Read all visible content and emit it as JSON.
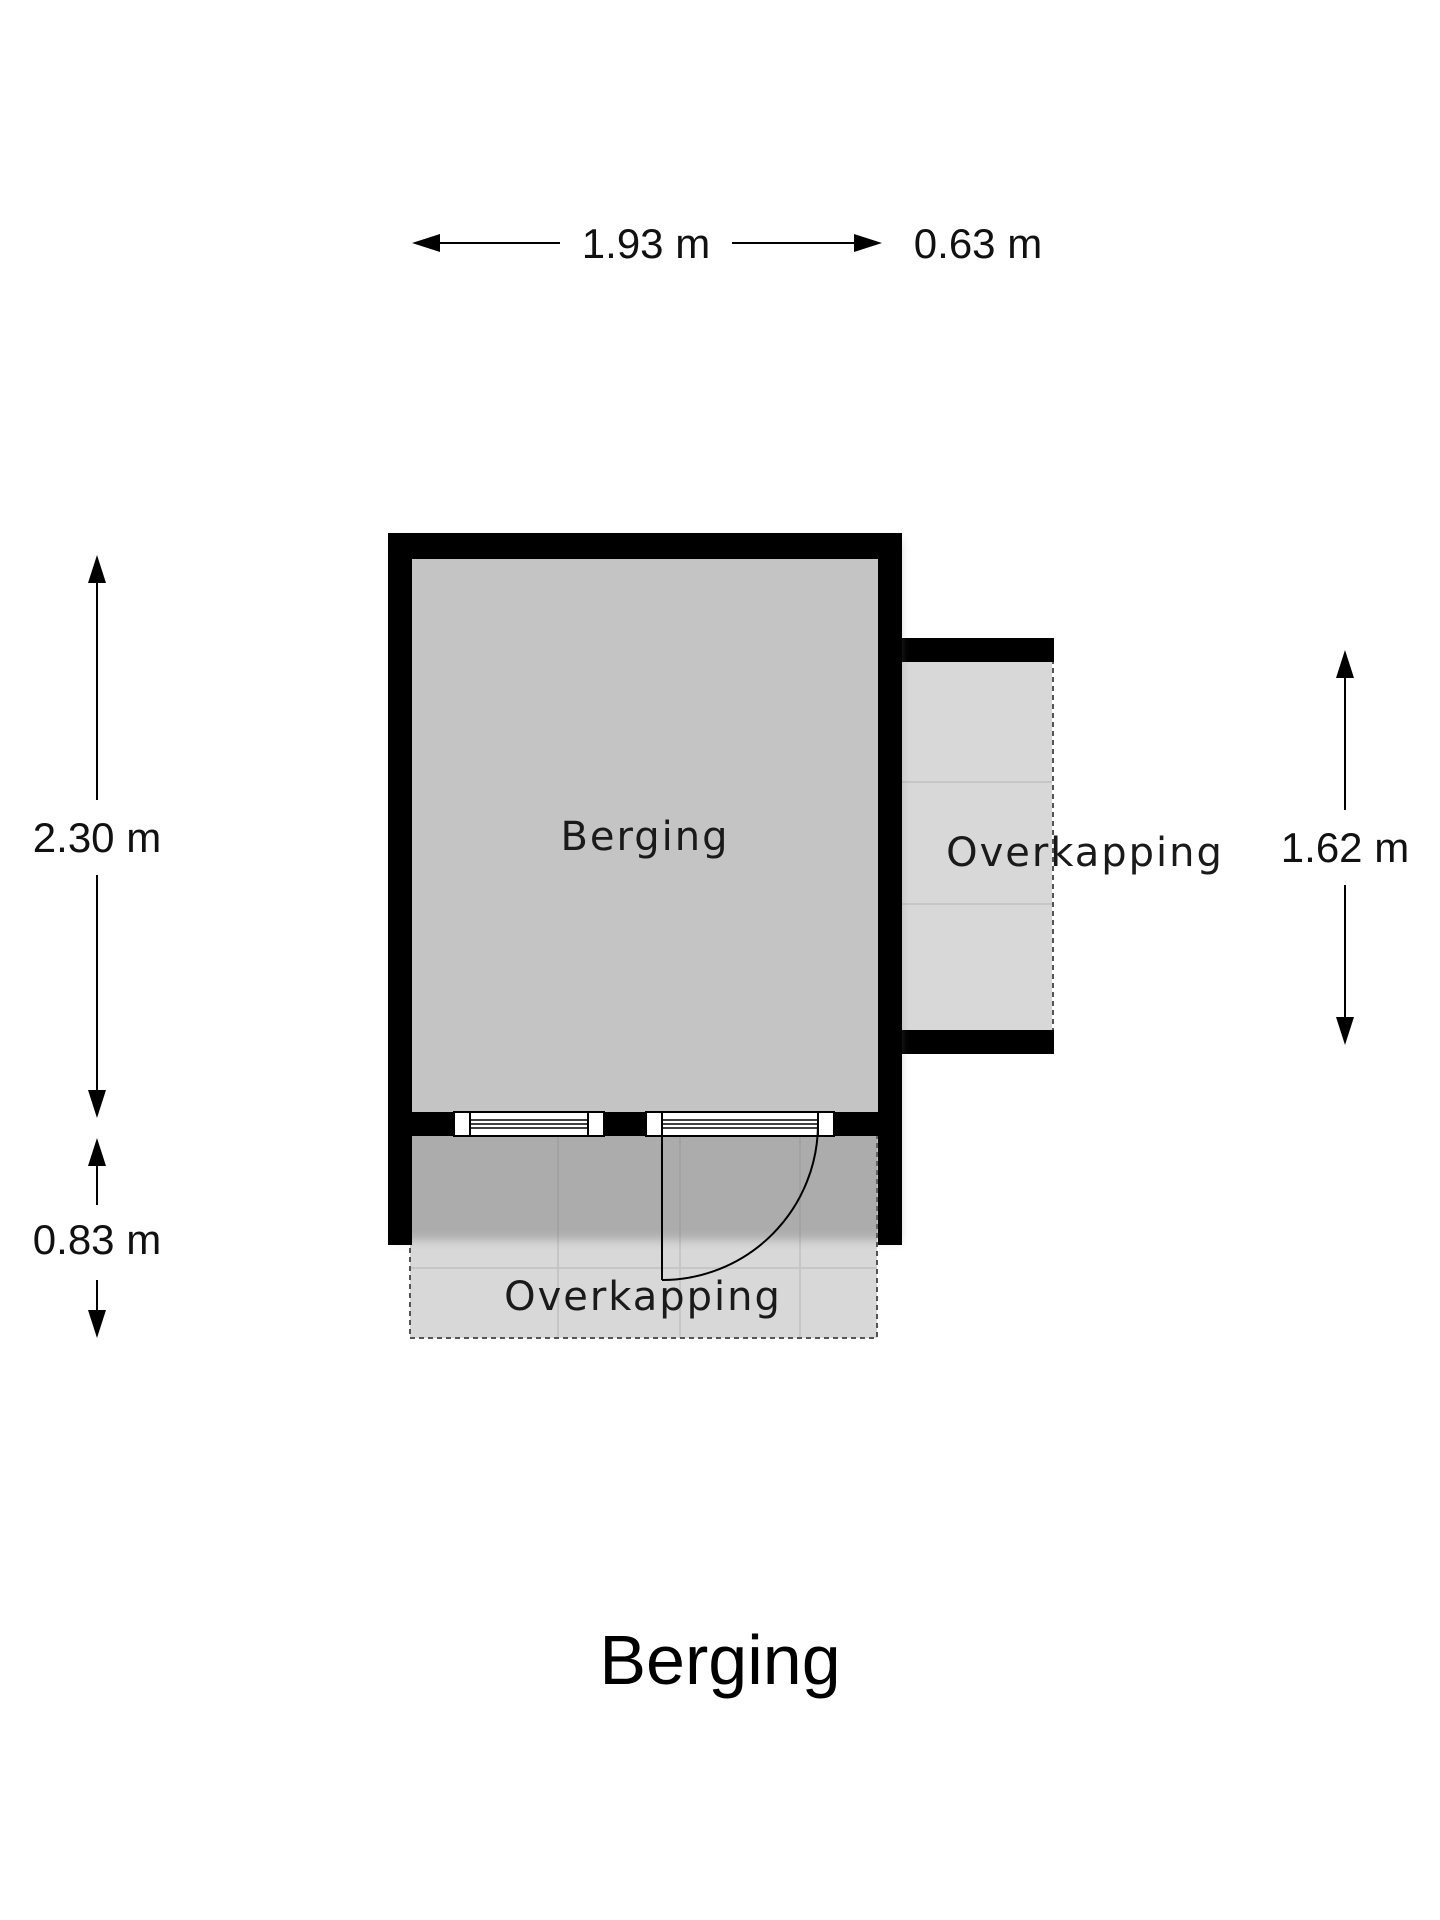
{
  "plan": {
    "title": "Berging",
    "rooms": {
      "main": "Berging",
      "side_canopy": "Overkapping",
      "front_canopy": "Overkapping"
    },
    "dimensions": {
      "width_main": "1.93 m",
      "width_side": "0.63 m",
      "depth_main": "2.30 m",
      "depth_front": "0.83 m",
      "depth_side": "1.62 m"
    }
  },
  "colors": {
    "wall": "#000000",
    "room_fill": "#c4c4c4",
    "canopy_fill": "#d6d6d6",
    "tile_line": "#c2c2c2",
    "background": "#ffffff"
  }
}
